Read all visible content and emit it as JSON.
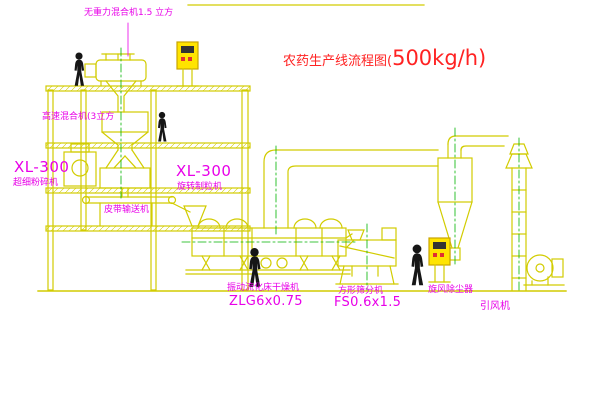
{
  "diagram": {
    "title": {
      "prefix": "农药生产线流程图(",
      "capacity": "500kg/h)"
    },
    "equipment_labels": {
      "horizontal_mixer": "无重力混合机1.5 立方",
      "high_speed_mixer": "高速混合机(3立方",
      "pulverizer_model": "XL-300",
      "pulverizer_name": "超细粉碎机",
      "granulator_model": "XL-300",
      "granulator_name": "旋转制粒机",
      "belt_conveyor": "皮带输送机",
      "dryer_name": "振动流化床干燥机",
      "dryer_model": "ZLG6x0.75",
      "sieve_name": "方形筛分机",
      "sieve_model": "FS0.6x1.5",
      "cyclone_name": "旋风除尘器",
      "fan_name": "引风机"
    },
    "colors": {
      "drawing_line": "#d2cc00",
      "label_text": "#e800e8",
      "title_text": "#ff2222",
      "centerline": "#00b400",
      "control_panel": "#ffe400",
      "figure": "#161616",
      "background": "#ffffff"
    }
  }
}
